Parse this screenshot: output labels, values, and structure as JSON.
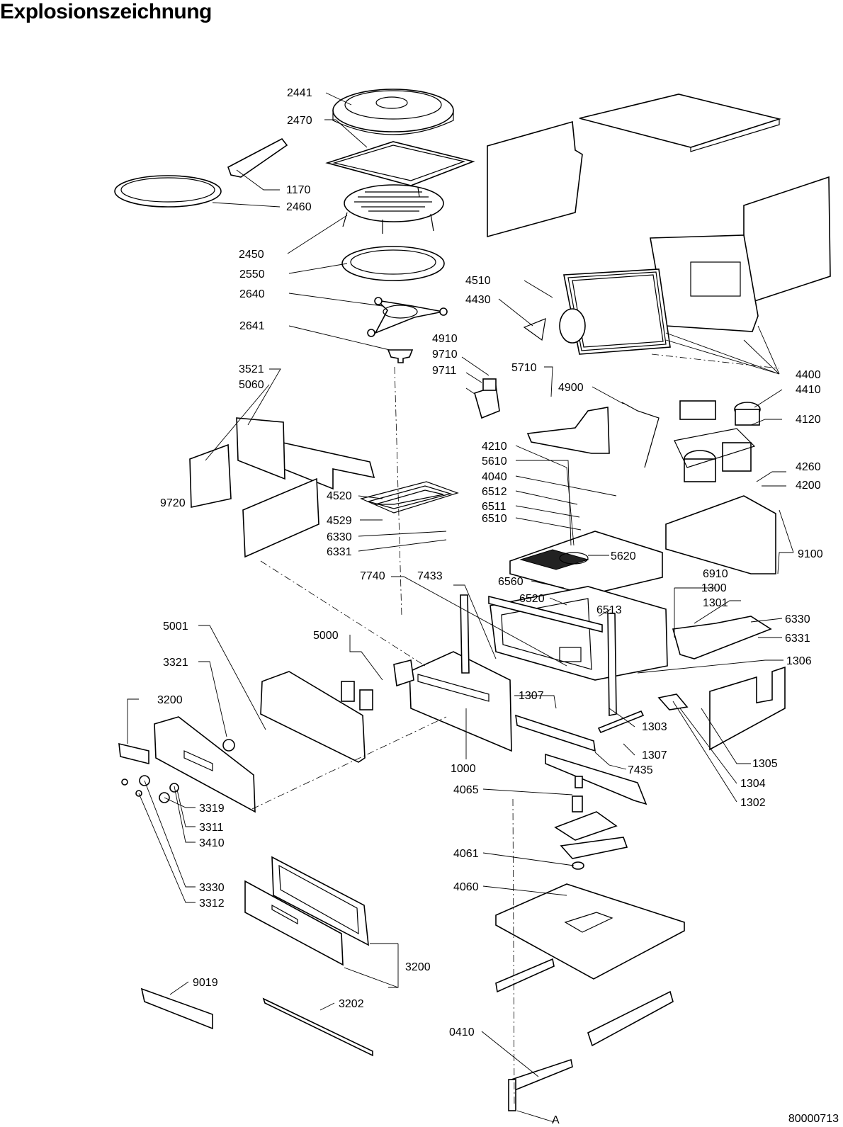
{
  "title": "Explosionszeichnung",
  "drawing_number": "80000713",
  "reference_mark": "A",
  "part_labels": [
    {
      "id": "2441"
    },
    {
      "id": "2470"
    },
    {
      "id": "1170"
    },
    {
      "id": "2460"
    },
    {
      "id": "2450"
    },
    {
      "id": "2550"
    },
    {
      "id": "2640"
    },
    {
      "id": "2641"
    },
    {
      "id": "4510"
    },
    {
      "id": "4430"
    },
    {
      "id": "4910"
    },
    {
      "id": "9710"
    },
    {
      "id": "9711"
    },
    {
      "id": "5710"
    },
    {
      "id": "4900"
    },
    {
      "id": "4400"
    },
    {
      "id": "4410"
    },
    {
      "id": "4120"
    },
    {
      "id": "3521"
    },
    {
      "id": "5060"
    },
    {
      "id": "9720"
    },
    {
      "id": "4210"
    },
    {
      "id": "5610"
    },
    {
      "id": "4040"
    },
    {
      "id": "6512"
    },
    {
      "id": "6511"
    },
    {
      "id": "6510"
    },
    {
      "id": "4260"
    },
    {
      "id": "4200"
    },
    {
      "id": "4520"
    },
    {
      "id": "4529"
    },
    {
      "id": "6330"
    },
    {
      "id": "6331"
    },
    {
      "id": "9100"
    },
    {
      "id": "5620"
    },
    {
      "id": "6910"
    },
    {
      "id": "7740"
    },
    {
      "id": "7433"
    },
    {
      "id": "6560"
    },
    {
      "id": "1300"
    },
    {
      "id": "6520"
    },
    {
      "id": "6513"
    },
    {
      "id": "1301"
    },
    {
      "id": "6330"
    },
    {
      "id": "6331"
    },
    {
      "id": "1306"
    },
    {
      "id": "5001"
    },
    {
      "id": "5000"
    },
    {
      "id": "3321"
    },
    {
      "id": "3200"
    },
    {
      "id": "1307"
    },
    {
      "id": "1303"
    },
    {
      "id": "1307"
    },
    {
      "id": "1000"
    },
    {
      "id": "7435"
    },
    {
      "id": "1305"
    },
    {
      "id": "1304"
    },
    {
      "id": "1302"
    },
    {
      "id": "4065"
    },
    {
      "id": "3319"
    },
    {
      "id": "3311"
    },
    {
      "id": "3410"
    },
    {
      "id": "4061"
    },
    {
      "id": "4060"
    },
    {
      "id": "3330"
    },
    {
      "id": "3312"
    },
    {
      "id": "3200"
    },
    {
      "id": "9019"
    },
    {
      "id": "3202"
    },
    {
      "id": "0410"
    }
  ]
}
